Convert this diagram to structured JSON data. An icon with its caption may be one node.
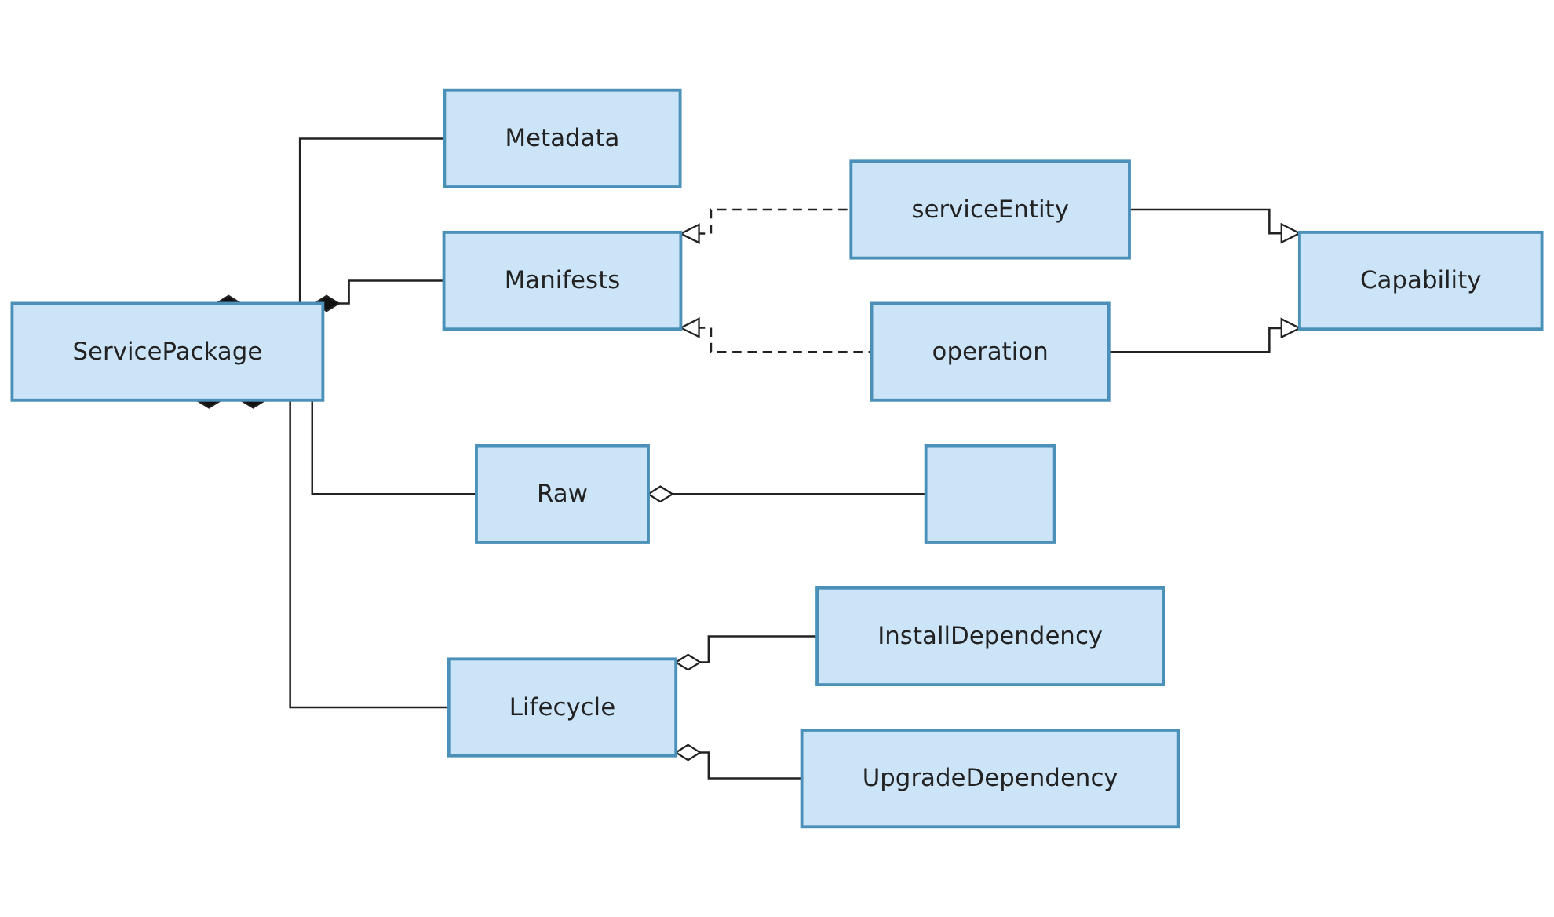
{
  "diagram": {
    "nodes": [
      {
        "text": [
          "ServicePackage"
        ]
      },
      {
        "text": [
          "Metadata"
        ]
      },
      {
        "text": [
          "Manifests"
        ]
      },
      {
        "text": [
          "serviceEntity"
        ]
      },
      {
        "text": [
          "operation"
        ]
      },
      {
        "text": [
          "Capability"
        ]
      },
      {
        "text": [
          "Raw"
        ]
      },
      {
        "text": [],
        "shape": "box"
      },
      {
        "text": [
          "Lifecycle"
        ]
      },
      {
        "text": [
          "InstallDependency"
        ]
      },
      {
        "text": [
          "UpgradeDependency"
        ]
      }
    ],
    "edges": [
      {
        "from": 0,
        "to": 1,
        "arrow": "other"
      },
      {
        "from": 0,
        "to": 2,
        "arrow": "other"
      },
      {
        "from": 0,
        "to": 6,
        "arrow": "other"
      },
      {
        "from": 0,
        "to": 8,
        "arrow": "other"
      },
      {
        "from": 3,
        "to": 2,
        "arrow": "to",
        "style": "dashed"
      },
      {
        "from": 4,
        "to": 2,
        "arrow": "to",
        "style": "dashed"
      },
      {
        "from": 3,
        "to": 5,
        "arrow": "to"
      },
      {
        "from": 4,
        "to": 5,
        "arrow": "to"
      },
      {
        "from": 6,
        "to": 7,
        "arrow": "other"
      },
      {
        "from": 8,
        "to": 9,
        "arrow": "other"
      },
      {
        "from": 8,
        "to": 10,
        "arrow": "other"
      }
    ]
  }
}
